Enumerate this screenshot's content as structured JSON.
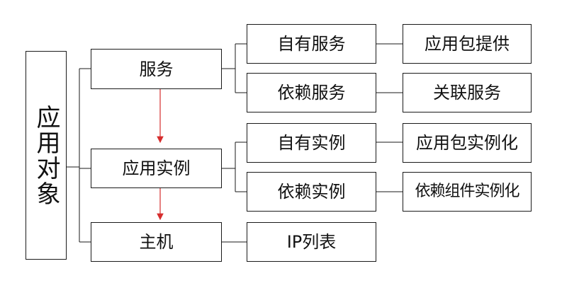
{
  "root": "应用对象",
  "level1": [
    "服务",
    "应用实例",
    "主机"
  ],
  "level2": [
    "自有服务",
    "依赖服务",
    "自有实例",
    "依赖实例",
    "IP列表"
  ],
  "level3": [
    "应用包提供",
    "关联服务",
    "应用包实例化",
    "依赖组件实例化"
  ],
  "colors": {
    "border": "#1a1a1a",
    "arrow": "#d62d2d"
  }
}
